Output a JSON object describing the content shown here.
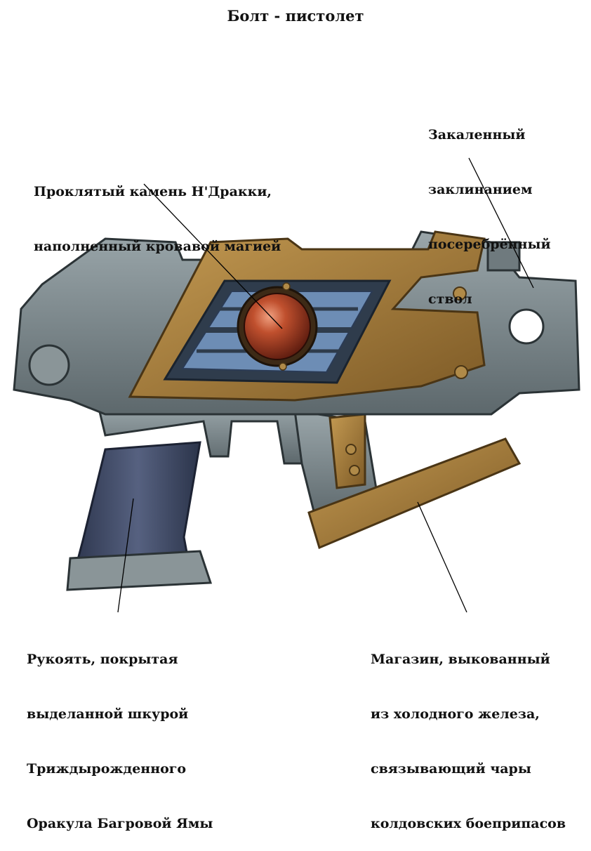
{
  "title": "Болт - пистолет",
  "labels": {
    "stone": [
      "Проклятый камень Н'Дракки,",
      "наполненный кровавой магией"
    ],
    "barrel": [
      "Закаленный",
      "заклинанием",
      "посеребрённый",
      "ствол"
    ],
    "grip": [
      "Рукоять, покрытая",
      "выделанной шкурой",
      "Триждырожденного",
      "Оракула Багровой Ямы"
    ],
    "magazine": [
      "Магазин, выкованный",
      "из холодного железа,",
      "связывающий чары",
      "колдовских боеприпасов"
    ]
  },
  "colors": {
    "steel": "#7f8b8f",
    "steel_dark": "#4f5a5e",
    "brass": "#a07a3a",
    "brass_dark": "#6b4f22",
    "blue": "#6d8db5",
    "stone": "#b0462a",
    "grip": "#3f4a63"
  }
}
